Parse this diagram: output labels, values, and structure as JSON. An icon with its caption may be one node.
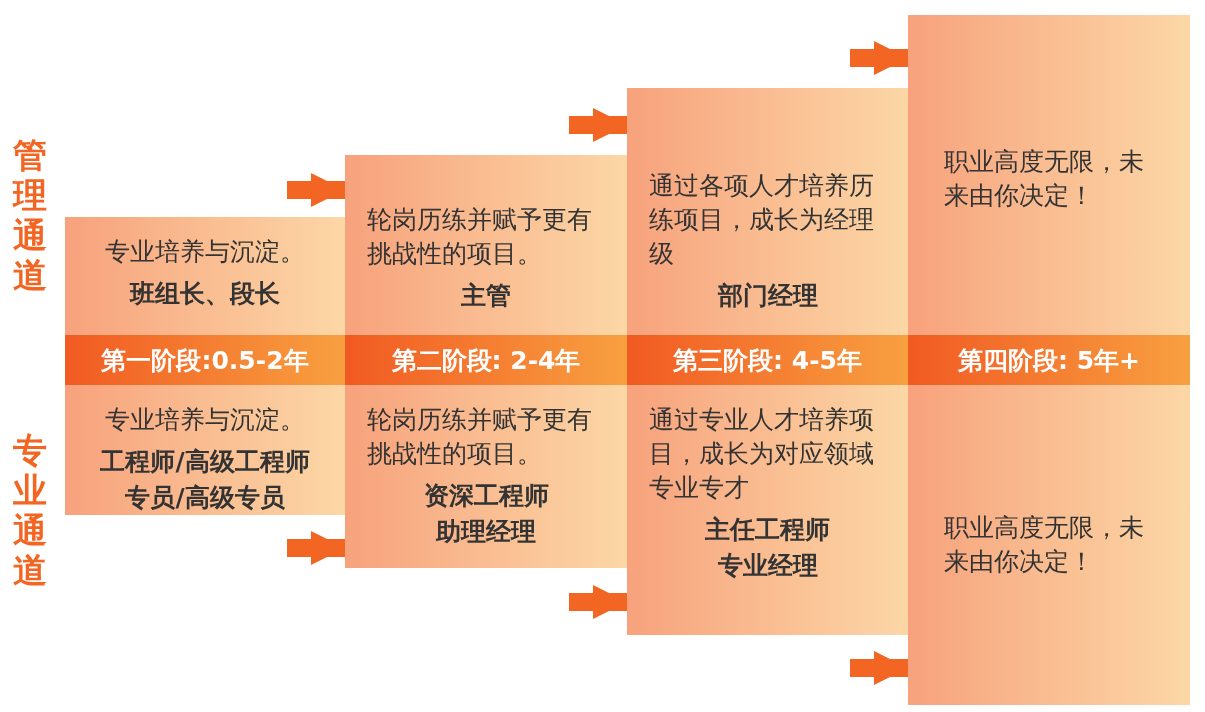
{
  "diagram": {
    "nodes": [
      {
        "text": [
          "专业培养与沉淀。",
          "班组长、段长"
        ]
      },
      {
        "text": [
          "第一阶段:0.5-2年"
        ]
      },
      {
        "text": [
          "专业培养与沉淀。",
          "工程师/高级工程师",
          "专员/高级专员"
        ]
      },
      {
        "text": [
          "轮岗历练并赋予更有挑战性的项目。",
          "主管"
        ]
      },
      {
        "text": [
          "第二阶段: 2-4年"
        ]
      },
      {
        "text": [
          "轮岗历练并赋予更有挑战性的项目。",
          "资深工程师",
          "助理经理"
        ]
      },
      {
        "text": [
          "通过各项人才培养历练项目，成长为经理级",
          "部门经理"
        ]
      },
      {
        "text": [
          "第三阶段: 4-5年"
        ]
      },
      {
        "text": [
          "通过专业人才培养项目，成长为对应领域专业专才",
          "主任工程师",
          "专业经理"
        ]
      },
      {
        "text": [
          "职业高度无限，未来由你决定！"
        ]
      },
      {
        "text": [
          "第四阶段: 5年+"
        ]
      },
      {
        "text": [
          "职业高度无限，未来由你决定！"
        ]
      }
    ],
    "edges": [
      {
        "from": null,
        "to": 3,
        "arrow": "to"
      },
      {
        "from": null,
        "to": 6,
        "arrow": "to"
      },
      {
        "from": null,
        "to": 9,
        "arrow": "to"
      },
      {
        "from": null,
        "to": 5,
        "arrow": "to"
      },
      {
        "from": null,
        "to": 8,
        "arrow": "to"
      },
      {
        "from": null,
        "to": 11,
        "arrow": "to"
      }
    ],
    "labels": [
      "管理通道",
      "专业通道"
    ]
  }
}
